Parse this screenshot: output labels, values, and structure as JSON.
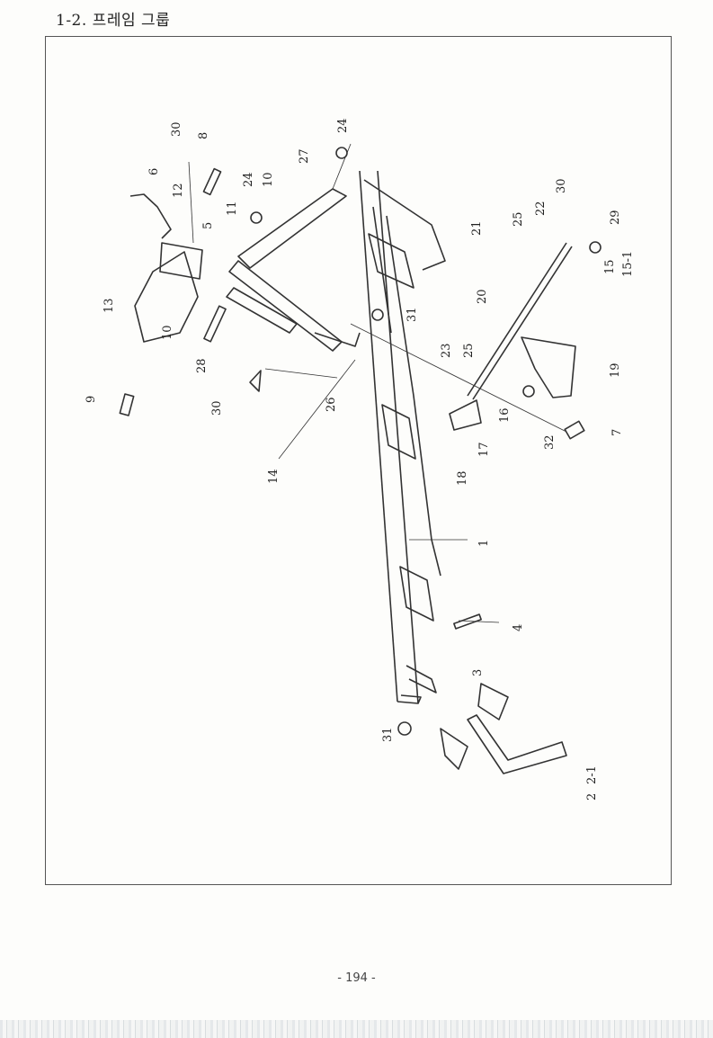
{
  "header": {
    "title": "1-2. 프레임 그룹"
  },
  "footer": {
    "page_number": "- 194 -"
  },
  "diagram": {
    "labels": [
      "30",
      "8",
      "6",
      "12",
      "24",
      "27",
      "10",
      "11",
      "5",
      "13",
      "10",
      "28",
      "9",
      "30",
      "26",
      "14",
      "31",
      "24",
      "21",
      "25",
      "22",
      "30",
      "29",
      "15",
      "15-1",
      "20",
      "23",
      "25",
      "19",
      "16",
      "17",
      "18",
      "32",
      "7",
      "1",
      "4",
      "3",
      "31",
      "2",
      "2-1"
    ]
  }
}
